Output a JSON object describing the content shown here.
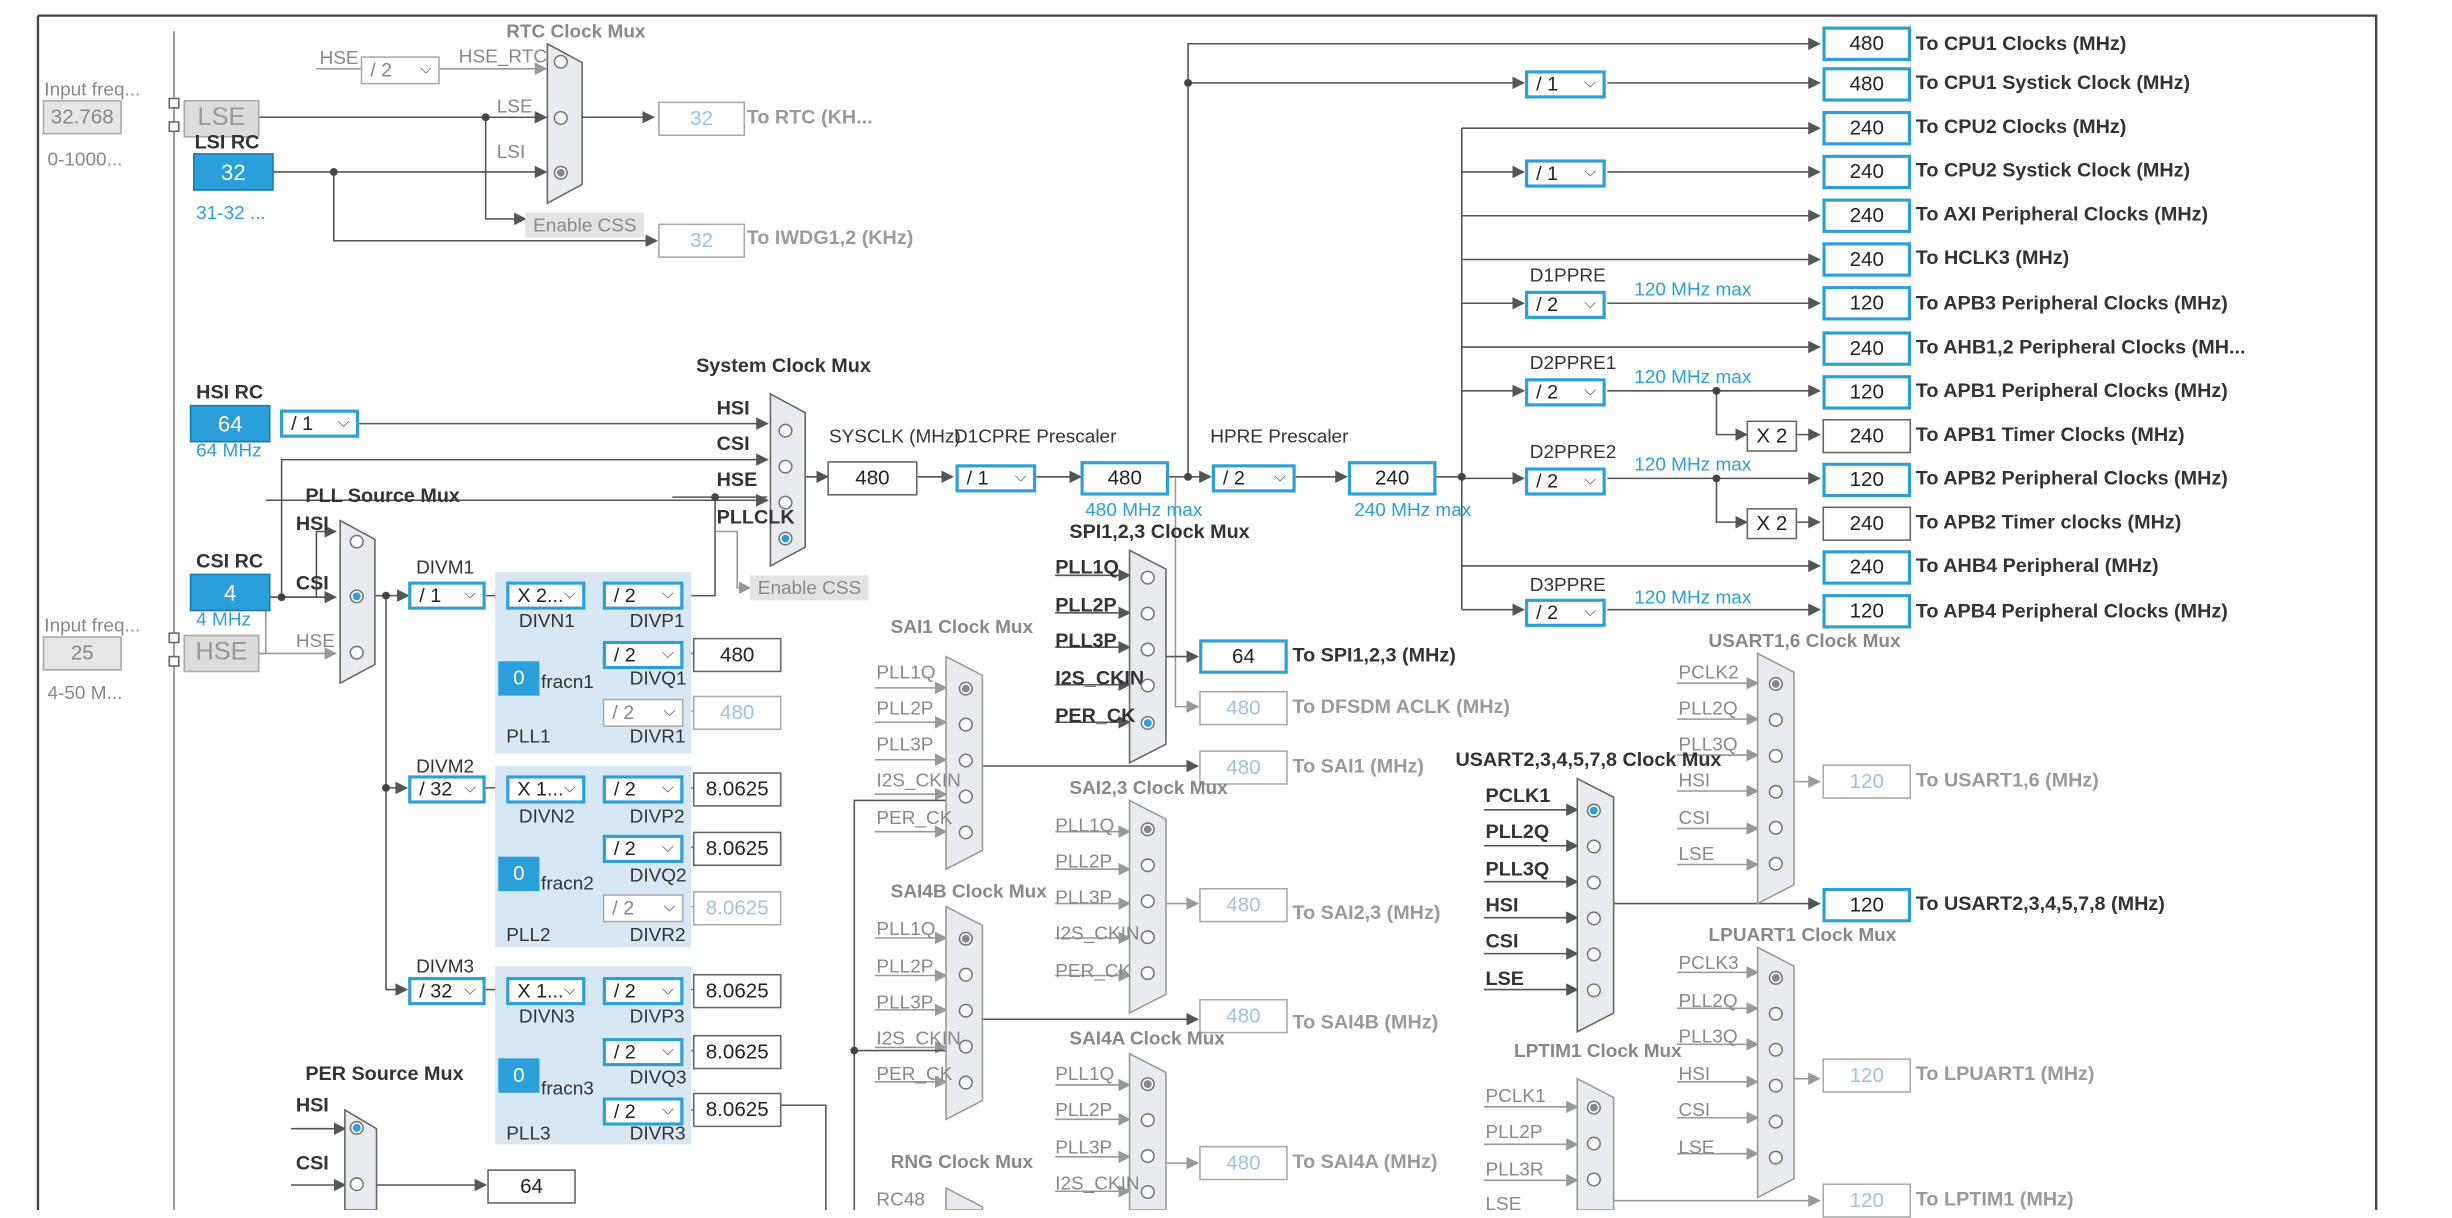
{
  "rtc": {
    "mux_title": "RTC Clock Mux",
    "hse_label": "HSE",
    "hse_div": "/ 2",
    "hse_rtc": "HSE_RTC",
    "lse_in": "LSE",
    "lsi_in": "LSI",
    "output_value": "32",
    "output_label": "To RTC (KH...",
    "iwdg_value": "32",
    "iwdg_label": "To IWDG1,2 (KHz)",
    "enable_css": "Enable CSS"
  },
  "lse": {
    "input_label": "Input freq...",
    "input_value": "32.768",
    "range": "0-1000...",
    "name": "LSE"
  },
  "lsi": {
    "title": "LSI RC",
    "value": "32",
    "range": "31-32 ..."
  },
  "hsi": {
    "title": "HSI RC",
    "value": "64",
    "div": "/ 1",
    "freq": "64 MHz"
  },
  "csi": {
    "title": "CSI RC",
    "value": "4",
    "freq": "4 MHz"
  },
  "hse": {
    "input_label": "Input freq...",
    "input_value": "25",
    "range": "4-50 M...",
    "name": "HSE"
  },
  "pll_source_mux": {
    "title": "PLL Source Mux",
    "inputs": [
      "HSI",
      "CSI",
      "HSE"
    ]
  },
  "system_clock_mux": {
    "title": "System Clock Mux",
    "inputs": [
      "HSI",
      "CSI",
      "HSE",
      "PLLCLK"
    ],
    "enable_css": "Enable CSS"
  },
  "sysclk": {
    "label": "SYSCLK (MHz)",
    "value": "480"
  },
  "d1cpre": {
    "label": "D1CPRE Prescaler",
    "div": "/ 1",
    "value": "480",
    "max": "480 MHz max"
  },
  "hpre": {
    "label": "HPRE Prescaler",
    "div": "/ 2",
    "value": "240",
    "max": "240 MHz max"
  },
  "pll1": {
    "divm_label": "DIVM1",
    "divm": "/ 1",
    "divn": "X 2...",
    "divn_label": "DIVN1",
    "divp": "/ 2",
    "divp_label": "DIVP1",
    "divq": "/ 2",
    "divq_label": "DIVQ1",
    "q_value": "480",
    "divr": "/ 2",
    "divr_label": "DIVR1",
    "r_value": "480",
    "fracn": "0",
    "fracn_label": "fracn1",
    "name": "PLL1"
  },
  "pll2": {
    "divm_label": "DIVM2",
    "divm": "/ 32",
    "divn": "X 1...",
    "divn_label": "DIVN2",
    "divp": "/ 2",
    "divp_label": "DIVP2",
    "p_value": "8.0625",
    "divq": "/ 2",
    "divq_label": "DIVQ2",
    "q_value": "8.0625",
    "divr": "/ 2",
    "divr_label": "DIVR2",
    "r_value": "8.0625",
    "fracn": "0",
    "fracn_label": "fracn2",
    "name": "PLL2"
  },
  "pll3": {
    "divm_label": "DIVM3",
    "divm": "/ 32",
    "divn": "X 1...",
    "divn_label": "DIVN3",
    "divp": "/ 2",
    "divp_label": "DIVP3",
    "p_value": "8.0625",
    "divq": "/ 2",
    "divq_label": "DIVQ3",
    "q_value": "8.0625",
    "divr": "/ 2",
    "divr_label": "DIVR3",
    "r_value": "8.0625",
    "fracn": "0",
    "fracn_label": "fracn3",
    "name": "PLL3"
  },
  "per_source_mux": {
    "title": "PER Source Mux",
    "inputs": [
      "HSI",
      "CSI"
    ],
    "value": "64"
  },
  "spi123_mux": {
    "title": "SPI1,2,3 Clock Mux",
    "inputs": [
      "PLL1Q",
      "PLL2P",
      "PLL3P",
      "I2S_CKIN",
      "PER_CK"
    ],
    "value": "64",
    "label": "To SPI1,2,3 (MHz)",
    "dfsdm_value": "480",
    "dfsdm_label": "To DFSDM ACLK (MHz)"
  },
  "sai1_mux": {
    "title": "SAI1 Clock Mux",
    "inputs": [
      "PLL1Q",
      "PLL2P",
      "PLL3P",
      "I2S_CKIN",
      "PER_CK"
    ],
    "value": "480",
    "label": "To SAI1 (MHz)"
  },
  "sai23_mux": {
    "title": "SAI2,3 Clock Mux",
    "inputs": [
      "PLL1Q",
      "PLL2P",
      "PLL3P",
      "I2S_CKIN",
      "PER_CK"
    ],
    "value": "480",
    "label": "To SAI2,3 (MHz)"
  },
  "sai4b_mux": {
    "title": "SAI4B Clock Mux",
    "inputs": [
      "PLL1Q",
      "PLL2P",
      "PLL3P",
      "I2S_CKIN",
      "PER_CK"
    ],
    "value": "480",
    "label": "To SAI4B (MHz)"
  },
  "sai4a_mux": {
    "title": "SAI4A Clock Mux",
    "inputs": [
      "PLL1Q",
      "PLL2P",
      "PLL3P",
      "I2S_CKIN"
    ],
    "value": "480",
    "label": "To SAI4A (MHz)"
  },
  "rng_mux": {
    "title": "RNG Clock Mux",
    "inputs": [
      "RC48"
    ]
  },
  "usart234578_mux": {
    "title": "USART2,3,4,5,7,8 Clock Mux",
    "inputs": [
      "PCLK1",
      "PLL2Q",
      "PLL3Q",
      "HSI",
      "CSI",
      "LSE"
    ],
    "value": "120",
    "label": "To USART2,3,4,5,7,8 (MHz)"
  },
  "usart16_mux": {
    "title": "USART1,6 Clock Mux",
    "inputs": [
      "PCLK2",
      "PLL2Q",
      "PLL3Q",
      "HSI",
      "CSI",
      "LSE"
    ],
    "value": "120",
    "label": "To USART1,6 (MHz)"
  },
  "lpuart1_mux": {
    "title": "LPUART1 Clock Mux",
    "inputs": [
      "PCLK3",
      "PLL2Q",
      "PLL3Q",
      "HSI",
      "CSI",
      "LSE"
    ],
    "value": "120",
    "label": "To LPUART1 (MHz)"
  },
  "lptim1_mux": {
    "title": "LPTIM1 Clock Mux",
    "inputs": [
      "PCLK1",
      "PLL2P",
      "PLL3R",
      "LSE"
    ],
    "value": "120",
    "label": "To LPTIM1 (MHz)"
  },
  "outputs": {
    "cpu1": {
      "value": "480",
      "label": "To CPU1 Clocks (MHz)"
    },
    "cpu1_systick": {
      "div": "/ 1",
      "value": "480",
      "label": "To CPU1 Systick Clock (MHz)"
    },
    "cpu2": {
      "value": "240",
      "label": "To CPU2 Clocks (MHz)"
    },
    "cpu2_systick": {
      "div": "/ 1",
      "value": "240",
      "label": "To CPU2 Systick Clock (MHz)"
    },
    "axi": {
      "value": "240",
      "label": "To AXI Peripheral Clocks (MHz)"
    },
    "hclk3": {
      "value": "240",
      "label": "To HCLK3 (MHz)"
    },
    "apb3": {
      "prescaler": "D1PPRE",
      "div": "/ 2",
      "max": "120 MHz max",
      "value": "120",
      "label": "To APB3 Peripheral Clocks (MHz)"
    },
    "ahb12": {
      "value": "240",
      "label": "To AHB1,2 Peripheral Clocks (MH..."
    },
    "apb1": {
      "prescaler": "D2PPRE1",
      "div": "/ 2",
      "max": "120 MHz max",
      "value": "120",
      "label": "To APB1 Peripheral Clocks (MHz)"
    },
    "apb1_timer": {
      "mult": "X 2",
      "value": "240",
      "label": "To APB1 Timer Clocks (MHz)"
    },
    "apb2": {
      "prescaler": "D2PPRE2",
      "div": "/ 2",
      "max": "120 MHz max",
      "value": "120",
      "label": "To APB2 Peripheral Clocks (MHz)"
    },
    "apb2_timer": {
      "mult": "X 2",
      "value": "240",
      "label": "To APB2 Timer clocks (MHz)"
    },
    "ahb4": {
      "value": "240",
      "label": "To AHB4 Peripheral (MHz)"
    },
    "apb4": {
      "prescaler": "D3PPRE",
      "div": "/ 2",
      "max": "120 MHz max",
      "value": "120",
      "label": "To APB4 Peripheral Clocks (MHz)"
    }
  }
}
